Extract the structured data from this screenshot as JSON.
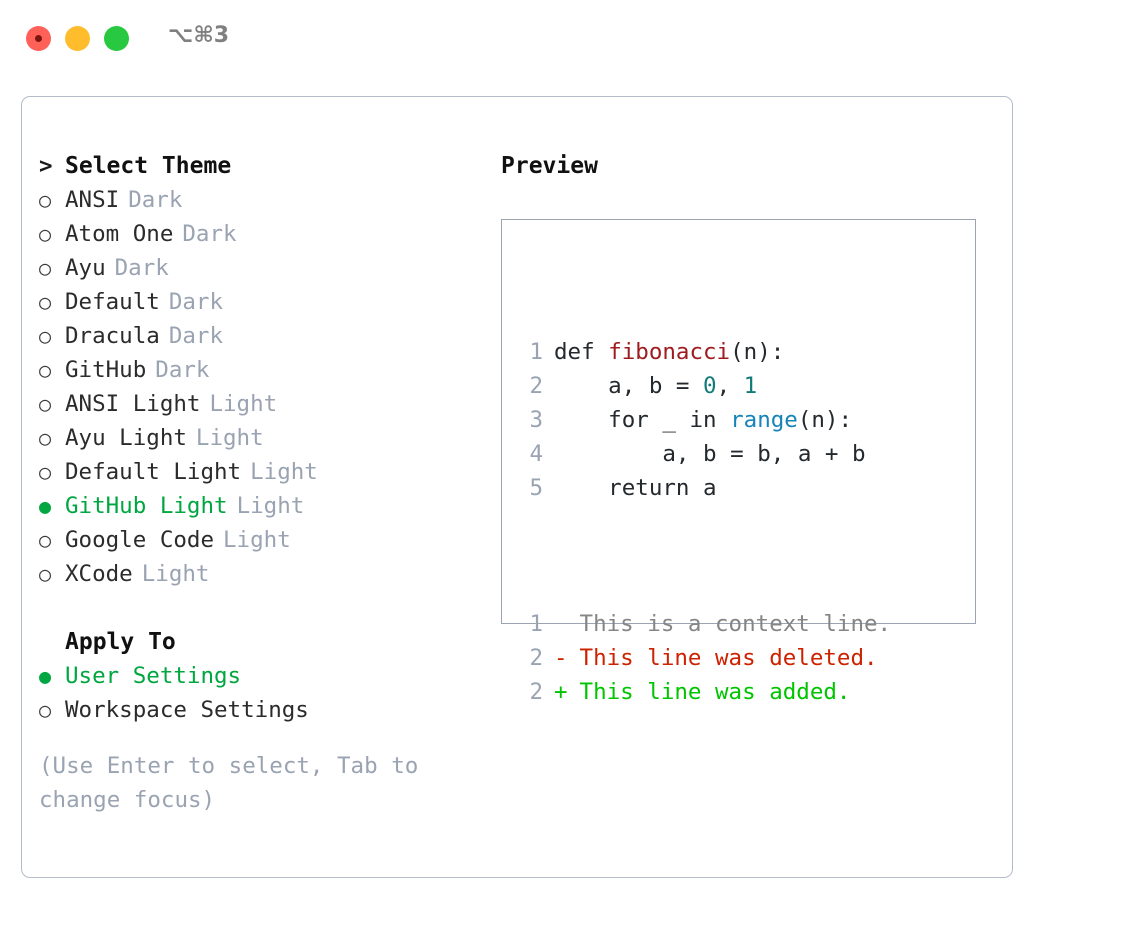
{
  "window": {
    "shortcut_label": "⌥⌘3",
    "traffic_lights": [
      "close",
      "minimize",
      "zoom"
    ]
  },
  "colors": {
    "selected_green": "#00a63f",
    "muted_gray": "#9aa3b2",
    "panel_border": "#b3bcc9",
    "preview_border": "#9aa4b3",
    "diff_add": "#00c400",
    "diff_del": "#cc2200",
    "syntax_function": "#9e1c20",
    "syntax_number": "#137a7a",
    "syntax_builtin": "#1684b8"
  },
  "theme_picker": {
    "header_prefix": ">",
    "header_label": "Select Theme",
    "radio_unselected": "○",
    "radio_selected": "●",
    "items": [
      {
        "name": "ANSI",
        "category": "Dark",
        "selected": false
      },
      {
        "name": "Atom One",
        "category": "Dark",
        "selected": false
      },
      {
        "name": "Ayu",
        "category": "Dark",
        "selected": false
      },
      {
        "name": "Default",
        "category": "Dark",
        "selected": false
      },
      {
        "name": "Dracula",
        "category": "Dark",
        "selected": false
      },
      {
        "name": "GitHub",
        "category": "Dark",
        "selected": false
      },
      {
        "name": "ANSI Light",
        "category": "Light",
        "selected": false
      },
      {
        "name": "Ayu Light",
        "category": "Light",
        "selected": false
      },
      {
        "name": "Default Light",
        "category": "Light",
        "selected": false
      },
      {
        "name": "GitHub Light",
        "category": "Light",
        "selected": true
      },
      {
        "name": "Google Code",
        "category": "Light",
        "selected": false
      },
      {
        "name": "XCode",
        "category": "Light",
        "selected": false
      }
    ]
  },
  "apply_to": {
    "header_label": "Apply To",
    "items": [
      {
        "name": "User Settings",
        "selected": true
      },
      {
        "name": "Workspace Settings",
        "selected": false
      }
    ]
  },
  "hint": {
    "line1": "(Use Enter to select, Tab to",
    "line2": "change focus)"
  },
  "preview": {
    "title": "Preview",
    "code_lines": [
      {
        "number": "1",
        "tokens": [
          {
            "t": "def ",
            "c": "kw"
          },
          {
            "t": "fibonacci",
            "c": "fn"
          },
          {
            "t": "(n):",
            "c": "pl"
          }
        ]
      },
      {
        "number": "2",
        "tokens": [
          {
            "t": "    a, b = ",
            "c": "pl"
          },
          {
            "t": "0",
            "c": "num"
          },
          {
            "t": ", ",
            "c": "pl"
          },
          {
            "t": "1",
            "c": "num"
          }
        ]
      },
      {
        "number": "3",
        "tokens": [
          {
            "t": "    for _ in ",
            "c": "kw"
          },
          {
            "t": "range",
            "c": "blt"
          },
          {
            "t": "(n):",
            "c": "pl"
          }
        ]
      },
      {
        "number": "4",
        "tokens": [
          {
            "t": "        a, b = b, a + b",
            "c": "pl"
          }
        ]
      },
      {
        "number": "5",
        "tokens": [
          {
            "t": "    return a",
            "c": "kw"
          }
        ]
      }
    ],
    "diff_lines": [
      {
        "number": "1",
        "sign": " ",
        "text": " This is a context line.",
        "kind": "ctx"
      },
      {
        "number": "2",
        "sign": "-",
        "text": " This line was deleted.",
        "kind": "del"
      },
      {
        "number": "2",
        "sign": "+",
        "text": " This line was added.",
        "kind": "add"
      }
    ]
  }
}
